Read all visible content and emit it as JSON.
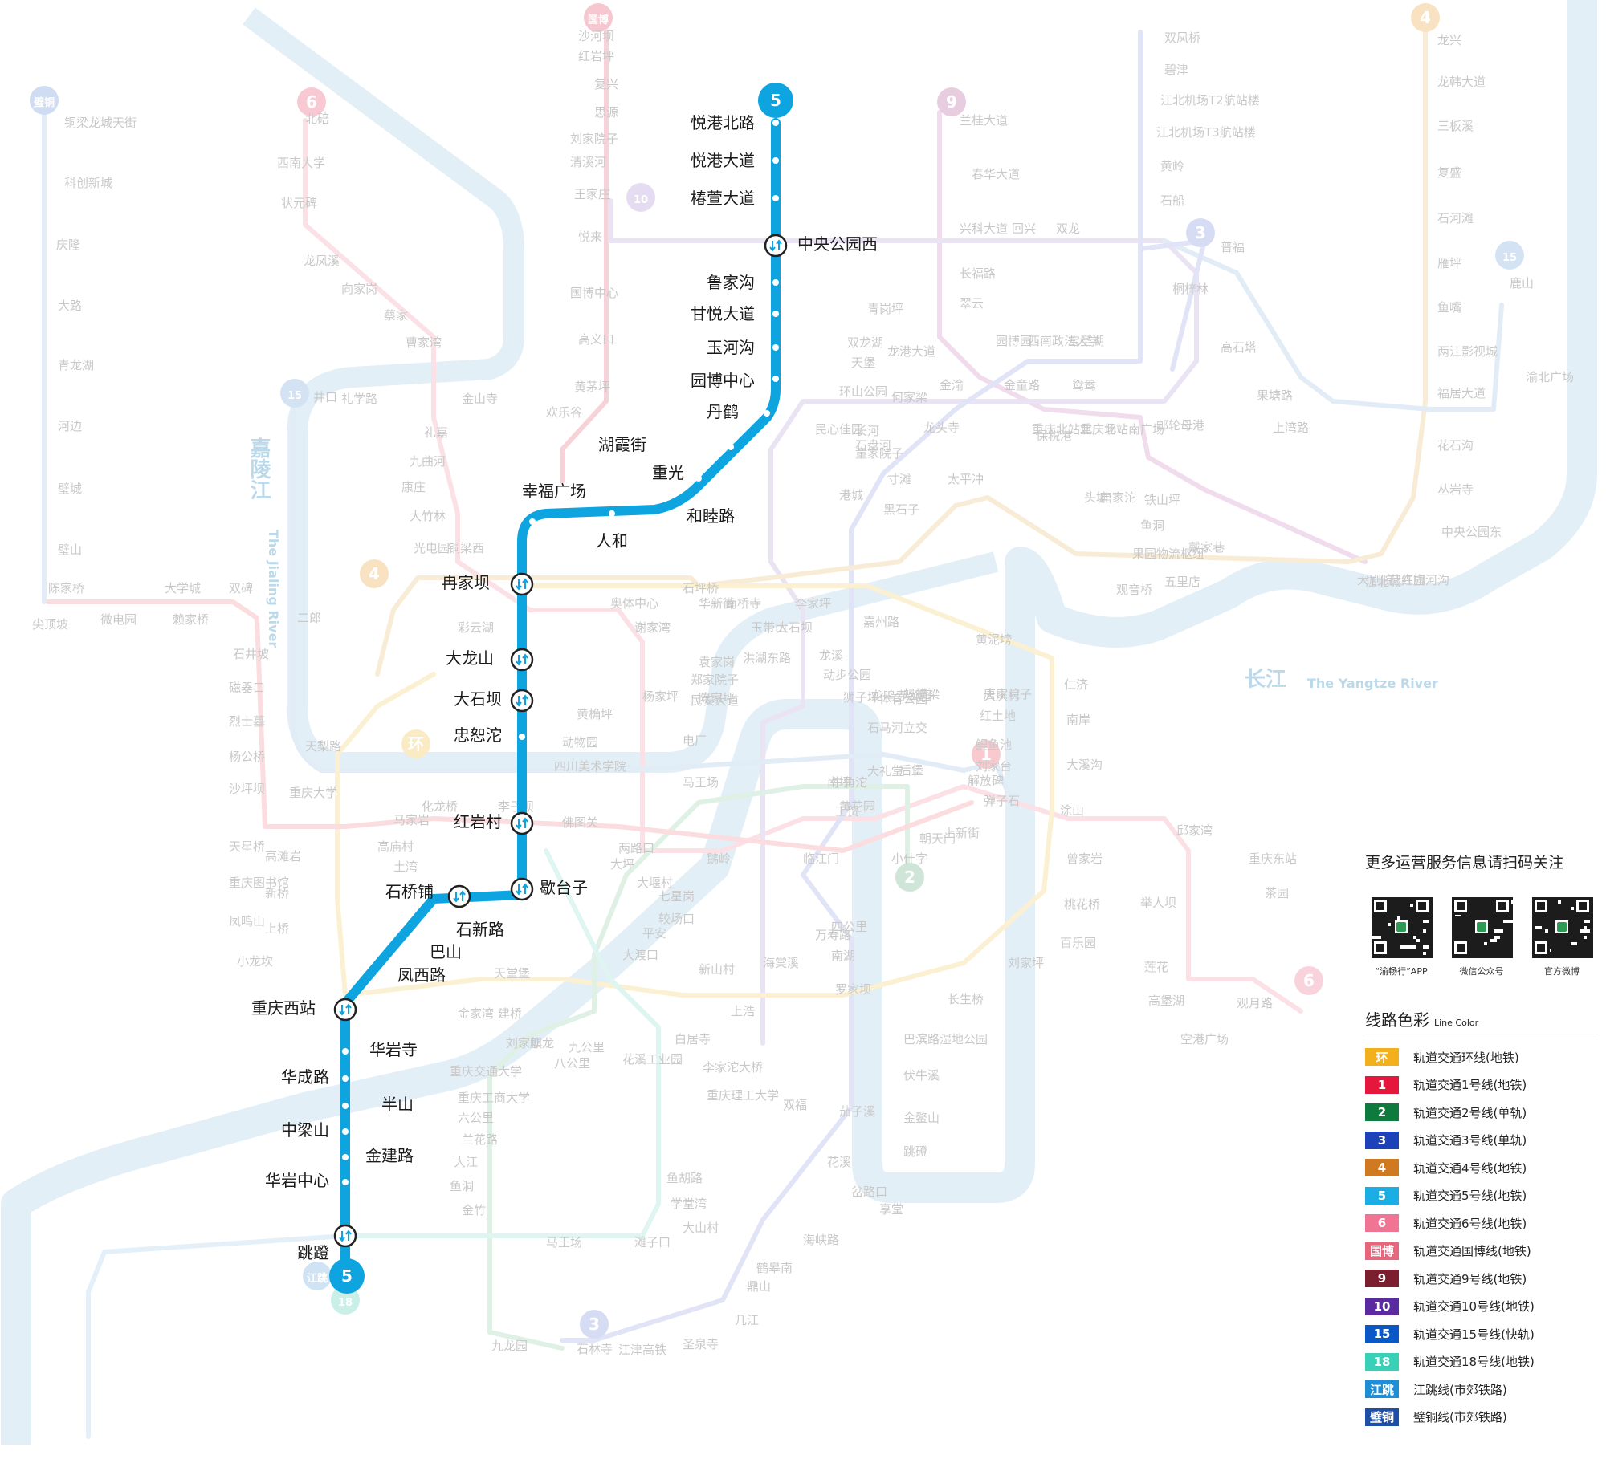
{
  "river": {
    "jialing": {
      "zh": "嘉陵江",
      "en": "The Jialing River"
    },
    "yangtze": {
      "zh": "长江",
      "en": "The Yangtze River"
    }
  },
  "line5": {
    "badge": "5",
    "color": "#0ea4e0",
    "stations_north_to_south": [
      "悦港北路",
      "悦港大道",
      "椿萱大道",
      "中央公园西",
      "鲁家沟",
      "甘悦大道",
      "玉河沟",
      "园博中心",
      "丹鹤",
      "湖霞街",
      "重光",
      "和睦路",
      "人和",
      "幸福广场",
      "冉家坝",
      "大龙山",
      "大石坝",
      "忠恕沱",
      "红岩村",
      "歇台子",
      "石桥铺",
      "石新路",
      "巴山",
      "凤西路",
      "重庆西站",
      "华岩寺",
      "华成路",
      "半山",
      "中梁山",
      "金建路",
      "华岩中心",
      "跳蹬"
    ]
  },
  "faded_labels": [
    "沙河坝",
    "红岩坪",
    "复兴",
    "思源",
    "刘家院子",
    "清溪河",
    "王家庄",
    "悦来",
    "国博中心",
    "高义口",
    "黄茅坪",
    "欢乐谷",
    "北碚",
    "西南大学",
    "状元碑",
    "龙凤溪",
    "向家岗",
    "蔡家",
    "曹家湾",
    "井口",
    "礼学路",
    "金山寺",
    "礼嘉",
    "九曲河",
    "康庄",
    "大竹林",
    "光电园",
    "铜梁西",
    "铜梁龙城天街",
    "科创新城",
    "庆隆",
    "大路",
    "青龙湖",
    "河边",
    "璧城",
    "璧山",
    "尖顶坡",
    "陈家桥",
    "大学城",
    "微电园",
    "赖家桥",
    "双碑",
    "石井坡",
    "磁器口",
    "烈士墓",
    "杨公桥",
    "沙坪坝",
    "重庆大学",
    "天梨路",
    "天星桥",
    "高滩岩",
    "重庆图书馆",
    "新桥",
    "凤鸣山",
    "上桥",
    "小龙坎",
    "马家岩",
    "高庙村",
    "土湾",
    "化龙桥",
    "李子坝",
    "佛图关",
    "两路口",
    "大坪",
    "鹅岭",
    "七星岗",
    "较场口",
    "临江门",
    "小什字",
    "朝天门",
    "解放碑",
    "上新街",
    "弹子石",
    "涂山",
    "仁济",
    "南岸",
    "大溪沟",
    "曾家岩",
    "黄花园",
    "牛角沱",
    "大礼堂",
    "后堡",
    "南坪",
    "工贸",
    "四公里",
    "万寿路",
    "南湖",
    "罗家坝",
    "海棠溪",
    "上浩",
    "长生桥",
    "刘家坪",
    "百乐园",
    "桃花桥",
    "邱家湾",
    "重庆东站",
    "茶园",
    "举人坝",
    "莲花",
    "观月路",
    "高堡湖",
    "空港广场",
    "双凤桥",
    "碧津",
    "江北机场T2航站楼",
    "江北机场T3航站楼",
    "黄岭",
    "石船",
    "桐梓林",
    "普福",
    "高石塔",
    "龙兴",
    "龙韩大道",
    "三板溪",
    "复盛",
    "石河滩",
    "雁坪",
    "鱼嘴",
    "两江影视城",
    "福居大道",
    "花石沟",
    "丛岩寺",
    "中央公园东",
    "鹿山",
    "渝北广场",
    "兰桂大道",
    "春华大道",
    "兴科大道",
    "回兴",
    "双龙",
    "长福路",
    "翠云",
    "园博园",
    "西南政法大学",
    "宝圣湖",
    "青岗坪",
    "双龙湖",
    "天堡",
    "龙港大道",
    "金渝",
    "金童路",
    "鸳鸯",
    "果塘路",
    "上湾路",
    "环山公园",
    "长河",
    "石盘河",
    "何家梁",
    "民心佳园",
    "童家院子",
    "龙头寺",
    "重庆北站北广场",
    "重庆北站南广场",
    "邮轮母港",
    "寸滩",
    "黑石子",
    "港城",
    "太平冲",
    "保税港",
    "头塘",
    "唐家沱",
    "铁山坪",
    "鱼洞",
    "果园物流枢纽",
    "戴家巷",
    "五里店",
    "江北城",
    "大剧院",
    "观音桥",
    "红旗河沟",
    "花卉园",
    "黄泥塝",
    "唐家院子",
    "红土地",
    "鲤鱼池",
    "刘家台",
    "狮子坪",
    "民安大道",
    "郑家院子",
    "动步公园",
    "洪湖东路",
    "龙溪",
    "嘉州路",
    "体育公园",
    "石马河立交",
    "龙鸣寺公园",
    "蚂蟥梁",
    "大庆村",
    "李家坪",
    "南桥寺",
    "玉带山",
    "大石坝",
    "华新街",
    "石坪桥",
    "袁家岗",
    "谢家湾",
    "奥体中心",
    "陈家坪",
    "彩云湖",
    "二郎",
    "杨家坪",
    "黄桷坪",
    "动物园",
    "四川美术学院",
    "电厂",
    "马王场",
    "大堰村",
    "平安",
    "大渡口",
    "新山村",
    "天堂堡",
    "建桥",
    "金家湾",
    "刘家坝",
    "白居寺",
    "李家沱大桥",
    "重庆理工大学",
    "花溪工业园",
    "九公里",
    "麒龙",
    "八公里",
    "重庆交通大学",
    "重庆工商大学",
    "六公里",
    "兰花路",
    "大江",
    "鱼洞",
    "金竹",
    "鱼胡路",
    "学堂湾",
    "大山村",
    "花溪",
    "岔路口",
    "茄子溪",
    "巴滨路湿地公园",
    "伏牛溪",
    "金鳌山",
    "跳磴",
    "享堂",
    "双福",
    "九龙园",
    "石林寺",
    "江津高铁",
    "圣泉寺",
    "几江",
    "鼎山",
    "鹤皋南",
    "海峡路",
    "滩子口",
    "马王场"
  ],
  "panel": {
    "qr_title": "更多运营服务信息请扫码关注",
    "qr_items": [
      "“渝畅行”APP",
      "微信公众号",
      "官方微博"
    ],
    "legend_title": "线路色彩",
    "legend_title_en": "Line Color",
    "legend": [
      {
        "badge": "环",
        "label": "轨道交通环线(地铁)",
        "color": "#f2b01d"
      },
      {
        "badge": "1",
        "label": "轨道交通1号线(地铁)",
        "color": "#e6173d"
      },
      {
        "badge": "2",
        "label": "轨道交通2号线(单轨)",
        "color": "#0f7a3d"
      },
      {
        "badge": "3",
        "label": "轨道交通3号线(单轨)",
        "color": "#1c41b8"
      },
      {
        "badge": "4",
        "label": "轨道交通4号线(地铁)",
        "color": "#cf7a20"
      },
      {
        "badge": "5",
        "label": "轨道交通5号线(地铁)",
        "color": "#1aaee5"
      },
      {
        "badge": "6",
        "label": "轨道交通6号线(地铁)",
        "color": "#f07493"
      },
      {
        "badge": "国博",
        "label": "轨道交通国博线(地铁)",
        "color": "#e8667b"
      },
      {
        "badge": "9",
        "label": "轨道交通9号线(地铁)",
        "color": "#7b1f2f"
      },
      {
        "badge": "10",
        "label": "轨道交通10号线(地铁)",
        "color": "#5b2aa0"
      },
      {
        "badge": "15",
        "label": "轨道交通15号线(快轨)",
        "color": "#0a58c5"
      },
      {
        "badge": "18",
        "label": "轨道交通18号线(地铁)",
        "color": "#38d0b7"
      },
      {
        "badge": "江跳",
        "label": "江跳线(市郊铁路)",
        "color": "#1e8fd6"
      },
      {
        "badge": "璧铜",
        "label": "璧铜线(市郊铁路)",
        "color": "#1d4fa8"
      }
    ]
  },
  "faded_badges": [
    "6",
    "9",
    "4",
    "15",
    "10",
    "1",
    "2",
    "3",
    "18",
    "6",
    "4",
    "国博",
    "璧铜",
    "江跳",
    "环",
    "3",
    "15"
  ]
}
